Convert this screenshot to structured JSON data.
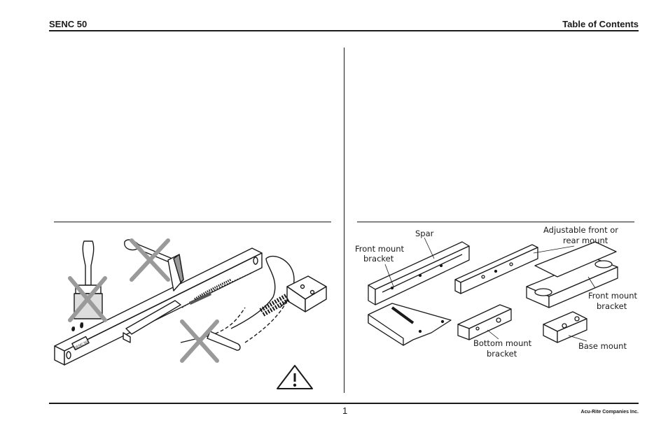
{
  "header": {
    "left": "SENC 50",
    "right": "Table of Contents"
  },
  "footer": {
    "page_number": "1",
    "company": "Acu-Rite Companies Inc."
  },
  "left_illustration": {
    "scale_label": "SENC 50",
    "icons": [
      "paint-brush-icon",
      "hammer-icon",
      "screwdriver-icon",
      "warning-triangle-icon",
      "cross-mark-icon"
    ]
  },
  "right_illustration": {
    "labels": {
      "spar": "Spar",
      "front_mount_left_1": "Front mount",
      "front_mount_left_2": "bracket",
      "adjustable_1": "Adjustable front or",
      "adjustable_2": "rear mount",
      "front_mount_right_1": "Front mount",
      "front_mount_right_2": "bracket",
      "bottom_mount_1": "Bottom mount",
      "bottom_mount_2": "bracket",
      "base_mount": "Base mount"
    }
  }
}
